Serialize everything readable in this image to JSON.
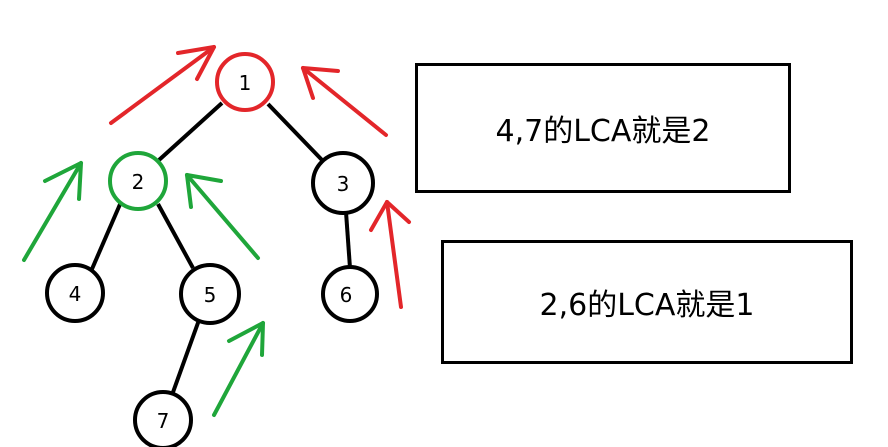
{
  "tree": {
    "nodes": [
      {
        "id": "1",
        "label": "1",
        "highlight": "red"
      },
      {
        "id": "2",
        "label": "2",
        "highlight": "green"
      },
      {
        "id": "3",
        "label": "3",
        "highlight": "none"
      },
      {
        "id": "4",
        "label": "4",
        "highlight": "none"
      },
      {
        "id": "5",
        "label": "5",
        "highlight": "none"
      },
      {
        "id": "6",
        "label": "6",
        "highlight": "none"
      },
      {
        "id": "7",
        "label": "7",
        "highlight": "none"
      }
    ],
    "edges": [
      {
        "from": "1",
        "to": "2"
      },
      {
        "from": "1",
        "to": "3"
      },
      {
        "from": "2",
        "to": "4"
      },
      {
        "from": "2",
        "to": "5"
      },
      {
        "from": "3",
        "to": "6"
      },
      {
        "from": "5",
        "to": "7"
      }
    ]
  },
  "notes": {
    "note_1": "4,7的LCA就是2",
    "note_2": "2,6的LCA就是1"
  },
  "colors": {
    "red": "#e3262a",
    "green": "#1fa63a",
    "black": "#000000"
  }
}
